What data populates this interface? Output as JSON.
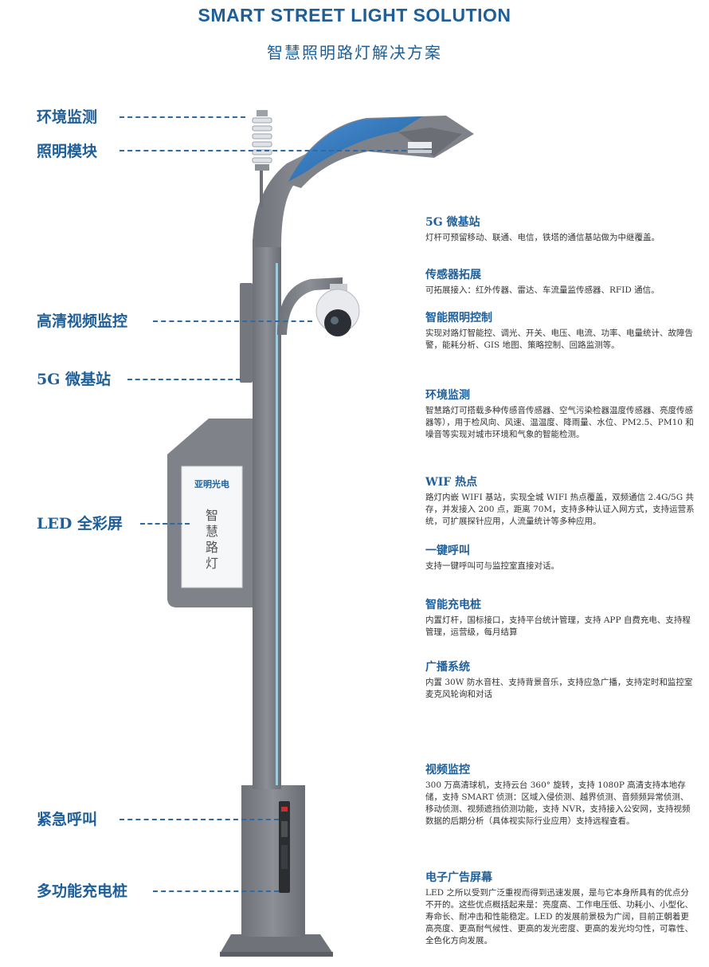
{
  "header": {
    "title_en": "SMART STREET LIGHT SOLUTION",
    "title_cn": "智慧照明路灯解决方案"
  },
  "callouts": [
    {
      "label": "环境监测"
    },
    {
      "label": "照明模块"
    },
    {
      "label": "高清视频监控"
    },
    {
      "label": "5G 微基站"
    },
    {
      "label": "LED 全彩屏"
    },
    {
      "label": "紧急呼叫"
    },
    {
      "label": "多功能充电桩"
    }
  ],
  "screen": {
    "brand": "亚明光电",
    "text": [
      "智",
      "慧",
      "路",
      "灯"
    ]
  },
  "features": [
    {
      "title": "5G 微基站",
      "desc": "灯杆可预留移动、联通、电信，铁塔的通信基站做为中继覆盖。"
    },
    {
      "title": "传感器拓展",
      "desc": "可拓展接入：红外传器、雷达、车流量监传感器、RFID 通信。"
    },
    {
      "title": "智能照明控制",
      "desc": "实现对路灯智能控、调光、开关、电压、电流、功率、电量统计、故障告警，能耗分析、GIS 地图、策略控制、回路监测等。"
    },
    {
      "title": "环境监测",
      "desc": "智慧路灯可搭载多种传感音传感器、空气污染检器温度传感器、亮度传感器等），用于检风向、风速、温温度、降雨量、水位、PM2.5、PM10 和噪音等实现对城市环境和气象的智能检测。"
    },
    {
      "title": "WIF 热点",
      "desc": "路灯内嵌 WIFI 基站，实现全城 WIFI 热点覆盖，双频通信 2.4G/5G 共存，并发接入 200 点，距离 70M，支持多种认证入网方式，支持运营系统，可扩展探针应用，人流量统计等多种应用。"
    },
    {
      "title": "一键呼叫",
      "desc": "支持一键呼叫可与监控室直接对话。"
    },
    {
      "title": "智能充电桩",
      "desc": "内置灯杆，国标接口，支持平台统计管理，支持 APP 自费充电、支持程管理，运营级，每月结算"
    },
    {
      "title": "广播系统",
      "desc": "内置 30W 防水音柱、支持背景音乐，支持应急广播，支持定时和监控室麦克风轮询和对话"
    },
    {
      "title": "视频监控",
      "desc": "300 万高清球机，支持云台 360° 旋转，支持 1080P 高清支持本地存储，支持 SMART 侦测：区域入侵侦测、越界侦测、音频频异常侦测、移动侦测、视频遮挡侦测功能，支持 NVR，支持接入公安网，支持视频数据的后期分析（具体视实际行业应用）支持远程查看。"
    },
    {
      "title": "电子广告屏幕",
      "desc": "LED 之所以受到广泛重视而得到迅速发展，是与它本身所具有的优点分不开的。这些优点概括起来是：亮度高、工作电压低、功耗小、小型化、寿命长、耐冲击和性能稳定。LED 的发展前景极为广阔，目前正朝着更高亮度、更高耐气候性、更高的发光密度、更高的发光均匀性，可靠性、全色化方向发展。"
    }
  ],
  "colors": {
    "accent": "#1f5f99",
    "pole": "#7f8389",
    "lamp_blue": "#2f74c0"
  }
}
